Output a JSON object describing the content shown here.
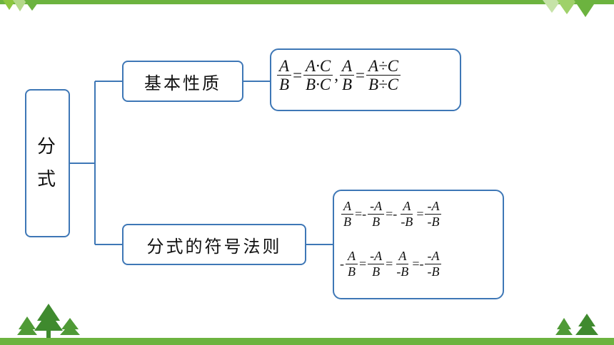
{
  "root": {
    "label_chars": [
      "分",
      "式"
    ]
  },
  "branches": [
    {
      "label": "基本性质",
      "formula": {
        "f1": {
          "num": "A",
          "den": "B"
        },
        "eq1": "=",
        "f2": {
          "num": "A·C",
          "den": "B·C"
        },
        "sep": ",",
        "f3": {
          "num": "A",
          "den": "B"
        },
        "eq2": "=",
        "f4": {
          "num": "A÷C",
          "den": "B÷C"
        }
      }
    },
    {
      "label": "分式的符号法则",
      "formula": {
        "row1": {
          "t1": {
            "num": "A",
            "den": "B"
          },
          "op1": "=-",
          "t2": {
            "num": "-A",
            "den": "B"
          },
          "op2": "=-",
          "t3": {
            "num": "A",
            "den": "-B"
          },
          "op3": "=",
          "t4": {
            "num": "-A",
            "den": "-B"
          }
        },
        "row2": {
          "lead": "-",
          "t1": {
            "num": "A",
            "den": "B"
          },
          "op1": "=",
          "t2": {
            "num": "-A",
            "den": "B"
          },
          "op2": "=",
          "t3": {
            "num": "A",
            "den": "-B"
          },
          "op3": "=-",
          "t4": {
            "num": "-A",
            "den": "-B"
          }
        }
      }
    }
  ],
  "colors": {
    "box_border": "#3e77b6",
    "connector": "#3e77b6",
    "decor_green": "#6cb33f"
  }
}
